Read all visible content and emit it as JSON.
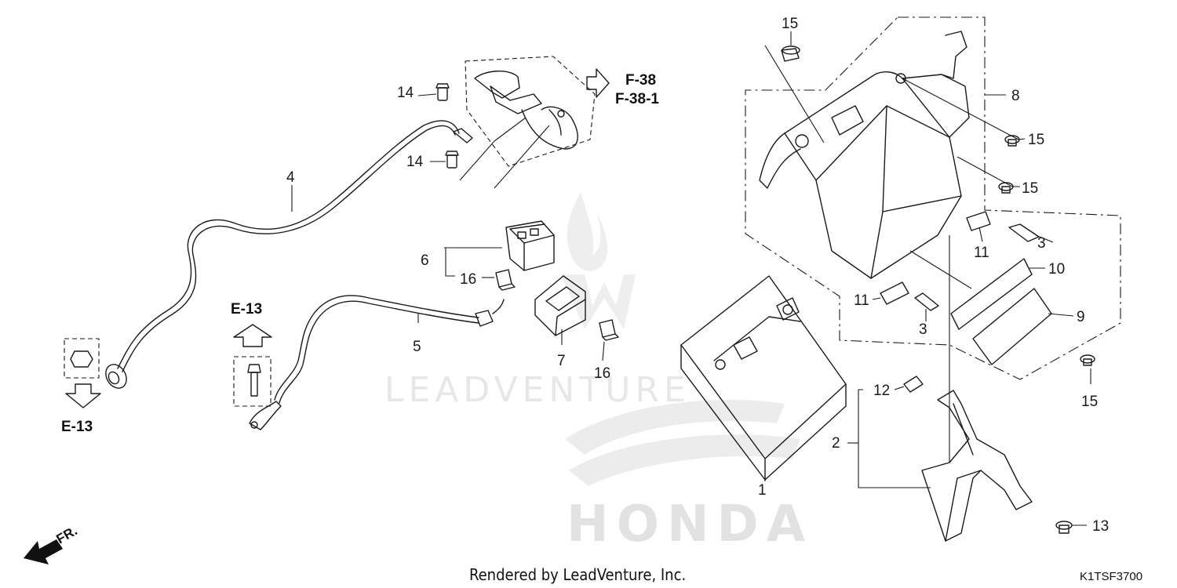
{
  "callouts": {
    "p1": "1",
    "p2": "2",
    "p3a": "3",
    "p3b": "3",
    "p4": "4",
    "p5": "5",
    "p6": "6",
    "p7": "7",
    "p8": "8",
    "p9": "9",
    "p10": "10",
    "p11a": "11",
    "p11b": "11",
    "p12": "12",
    "p13": "13",
    "p14a": "14",
    "p14b": "14",
    "p15a": "15",
    "p15b": "15",
    "p15c": "15",
    "p15d": "15",
    "p16a": "16",
    "p16b": "16"
  },
  "references": {
    "f38": "F-38",
    "f38_1": "F-38-1",
    "e13_up": "E-13",
    "e13_down": "E-13"
  },
  "front_marker": "FR.",
  "watermark": {
    "company": "LEADVENTURE",
    "brand": "HONDA"
  },
  "footer": {
    "rendered_by": "Rendered by LeadVenture, Inc.",
    "diagram_code": "K1TSF3700"
  }
}
